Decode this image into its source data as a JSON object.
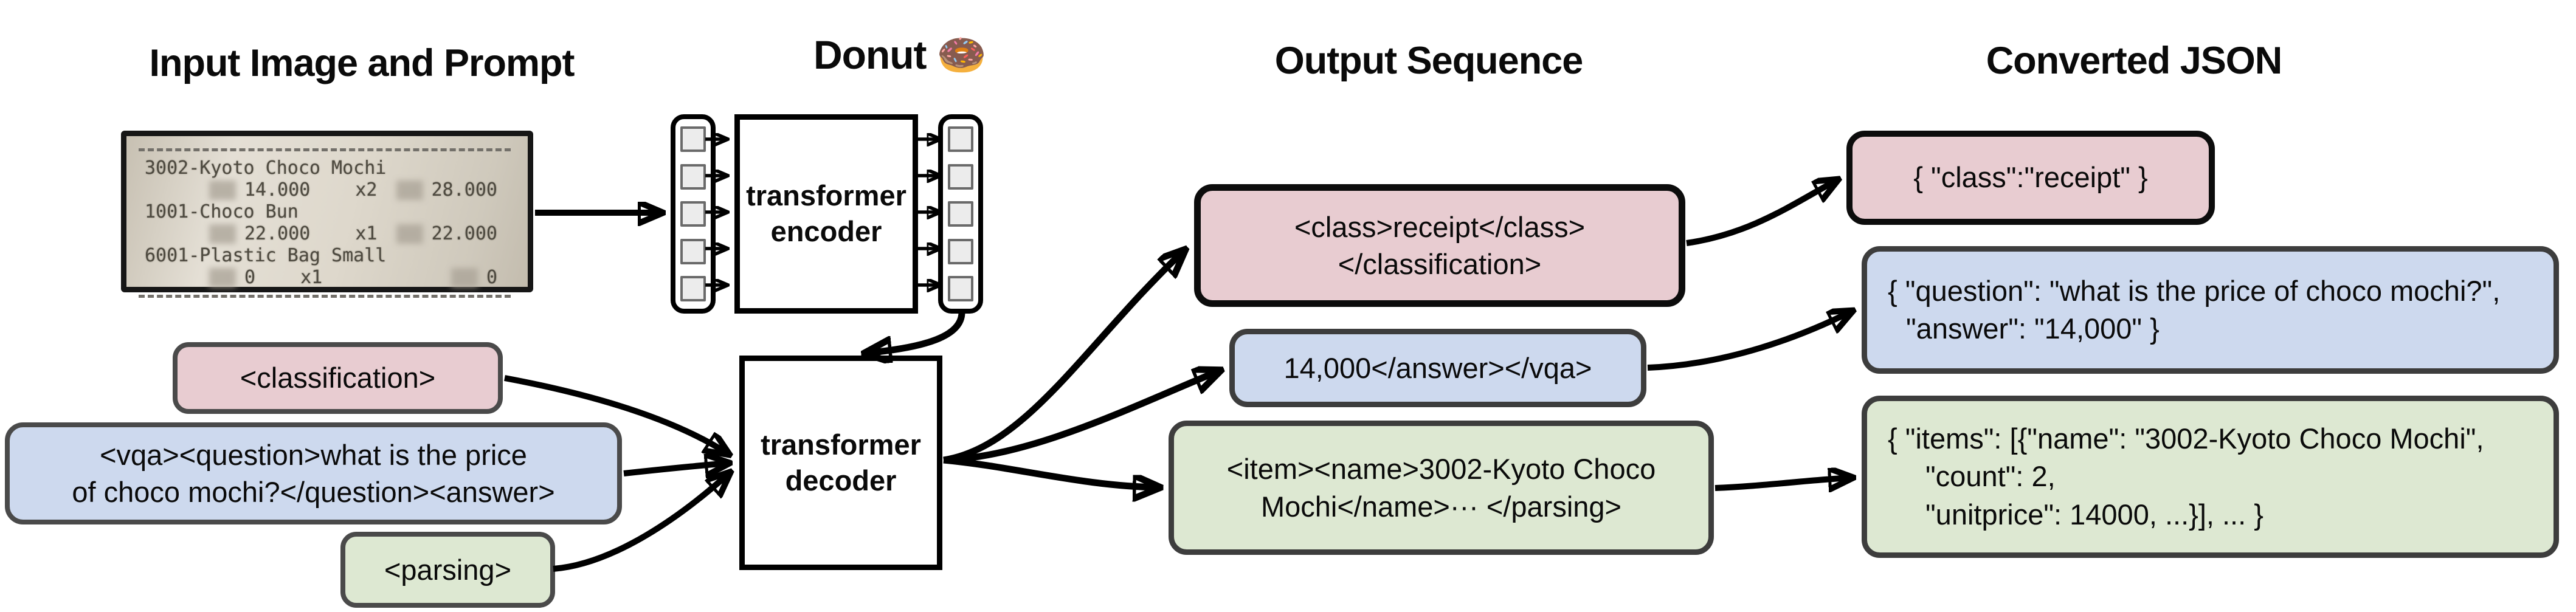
{
  "headers": {
    "input": "Input Image and Prompt",
    "model": "Donut 🍩",
    "output": "Output Sequence",
    "converted": "Converted JSON"
  },
  "receipt": {
    "items": [
      {
        "name": "3002-Kyoto Choco Mochi",
        "price": "14.000",
        "qty": "x2",
        "total": "28.000"
      },
      {
        "name": "1001-Choco Bun",
        "price": "22.000",
        "qty": "x1",
        "total": "22.000"
      },
      {
        "name": "6001-Plastic Bag Small",
        "price": "0",
        "qty": "x1",
        "total": "0"
      }
    ]
  },
  "model": {
    "encoder_line1": "transformer",
    "encoder_line2": "encoder",
    "decoder_line1": "transformer",
    "decoder_line2": "decoder"
  },
  "prompts": {
    "classification": "<classification>",
    "vqa_line1": "<vqa><question>what is the price",
    "vqa_line2": "of choco mochi?</question><answer>",
    "parsing": "<parsing>"
  },
  "outputs": {
    "classification_line1": "<class>receipt</class>",
    "classification_line2": "</classification>",
    "vqa": "14,000</answer></vqa>",
    "parsing_line1": "<item><name>3002-Kyoto Choco",
    "parsing_line2": "Mochi</name>··· </parsing>"
  },
  "converted_json": {
    "classification": "{ \"class\":\"receipt\" }",
    "vqa_line1": "{ \"question\": \"what is the price of choco mochi?\",",
    "vqa_line2": "\"answer\": \"14,000\" }",
    "parsing_line1": "{ \"items\": [{\"name\": \"3002-Kyoto Choco Mochi\",",
    "parsing_line2": "\"count\": 2,",
    "parsing_line3": "\"unitprice\": 14000, ...}], ... }"
  },
  "colors": {
    "classification": "#e8ccd1",
    "vqa": "#cdd9ee",
    "parsing": "#dde8d2"
  }
}
